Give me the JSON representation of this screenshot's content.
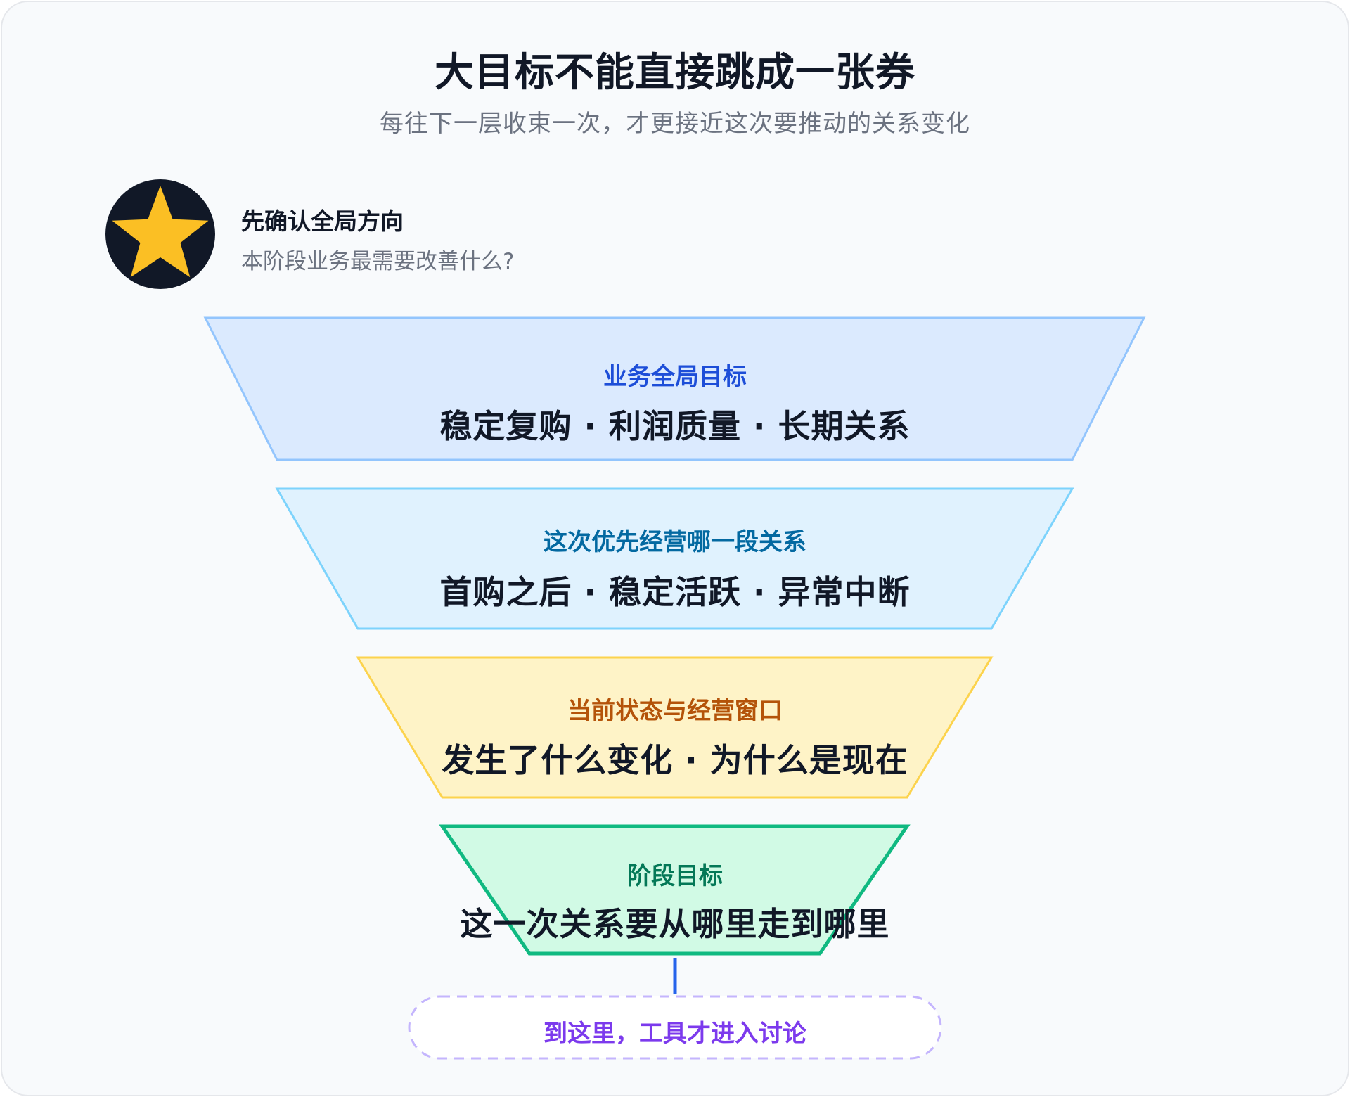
{
  "title": "大目标不能直接跳成一张券",
  "subtitle": "每往下一层收束一次，才更接近这次要推动的关系变化",
  "header": {
    "icon": "star-icon",
    "title": "先确认全局方向",
    "subtitle": "本阶段业务最需要改善什么?"
  },
  "levels": [
    {
      "label": "业务全局目标",
      "content": "稳定复购 · 利润质量 · 长期关系",
      "fill": "#dbeafe",
      "stroke": "#93c5fd",
      "label_color": "#1d4ed8"
    },
    {
      "label": "这次优先经营哪一段关系",
      "content": "首购之后 · 稳定活跃 · 异常中断",
      "fill": "#e0f2fe",
      "stroke": "#7dd3fc",
      "label_color": "#0369a1"
    },
    {
      "label": "当前状态与经营窗口",
      "content": "发生了什么变化 · 为什么是现在",
      "fill": "#fef3c7",
      "stroke": "#fcd34d",
      "label_color": "#b45309"
    },
    {
      "label": "阶段目标",
      "content": "这一次关系要从哪里走到哪里",
      "fill": "#d1fae5",
      "stroke": "#10b981",
      "label_color": "#047857"
    }
  ],
  "footer": {
    "text": "到这里，工具才进入讨论"
  },
  "colors": {
    "page_background": "#f8fafc",
    "star_circle": "#111827",
    "star": "#fbbf24",
    "connector": "#2563eb",
    "footer_border": "#c4b5fd",
    "footer_text": "#7c3aed"
  }
}
